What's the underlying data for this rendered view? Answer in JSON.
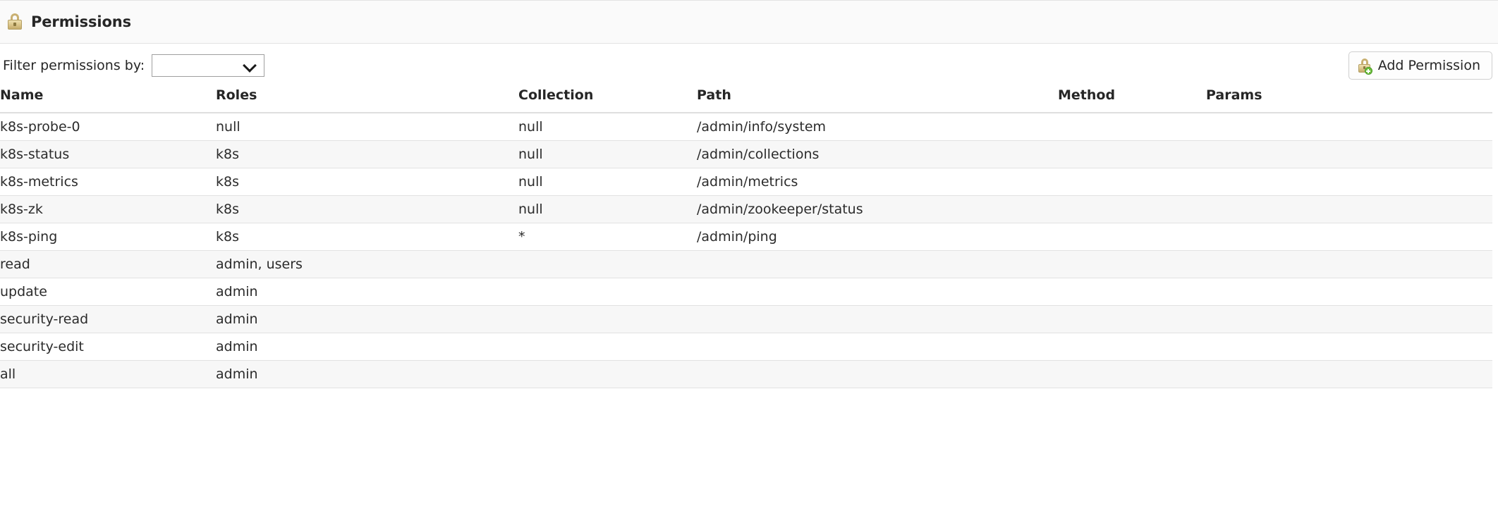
{
  "header": {
    "title": "Permissions",
    "icon": "lock-icon"
  },
  "toolbar": {
    "filter_label": "Filter permissions by:",
    "filter_value": "",
    "filter_options": [
      ""
    ],
    "dropdown_icon": "chevron-down-icon",
    "add_button_label": "Add Permission",
    "add_button_icon": "lock-add-icon"
  },
  "table": {
    "columns": [
      "Name",
      "Roles",
      "Collection",
      "Path",
      "Method",
      "Params"
    ],
    "rows": [
      {
        "name": "k8s-probe-0",
        "roles": "null",
        "collection": "null",
        "path": "/admin/info/system",
        "method": "",
        "params": ""
      },
      {
        "name": "k8s-status",
        "roles": "k8s",
        "collection": "null",
        "path": "/admin/collections",
        "method": "",
        "params": ""
      },
      {
        "name": "k8s-metrics",
        "roles": "k8s",
        "collection": "null",
        "path": "/admin/metrics",
        "method": "",
        "params": ""
      },
      {
        "name": "k8s-zk",
        "roles": "k8s",
        "collection": "null",
        "path": "/admin/zookeeper/status",
        "method": "",
        "params": ""
      },
      {
        "name": "k8s-ping",
        "roles": "k8s",
        "collection": "*",
        "path": "/admin/ping",
        "method": "",
        "params": ""
      },
      {
        "name": "read",
        "roles": "admin, users",
        "collection": "",
        "path": "",
        "method": "",
        "params": ""
      },
      {
        "name": "update",
        "roles": "admin",
        "collection": "",
        "path": "",
        "method": "",
        "params": ""
      },
      {
        "name": "security-read",
        "roles": "admin",
        "collection": "",
        "path": "",
        "method": "",
        "params": ""
      },
      {
        "name": "security-edit",
        "roles": "admin",
        "collection": "",
        "path": "",
        "method": "",
        "params": ""
      },
      {
        "name": "all",
        "roles": "admin",
        "collection": "",
        "path": "",
        "method": "",
        "params": ""
      }
    ]
  },
  "colors": {
    "header_background": "#fafafa",
    "row_stripe": "#f7f7f7",
    "border": "#e2e2e2",
    "text": "#2b2b2b",
    "lock_gold": "#d9c488",
    "plus_green": "#6ec03e"
  }
}
